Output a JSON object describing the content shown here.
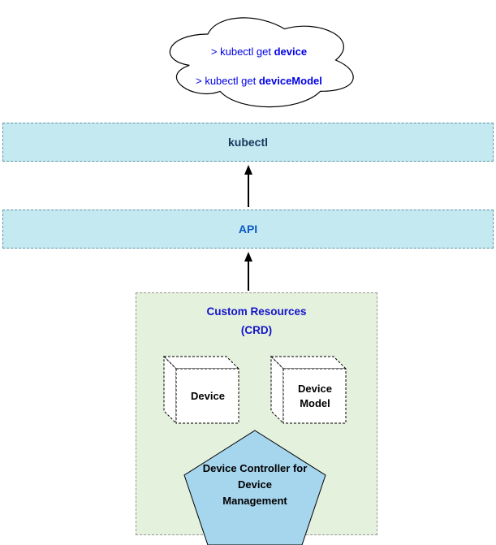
{
  "cloud": {
    "lines": [
      {
        "prefix": "> kubectl get ",
        "command": "device"
      },
      {
        "prefix": "> kubectl get ",
        "command": "deviceModel"
      }
    ]
  },
  "bars": {
    "kubectl": {
      "label": "kubectl"
    },
    "api": {
      "label": "API"
    }
  },
  "crd_box": {
    "title": "Custom Resources\n(CRD)",
    "cubes": [
      {
        "label": "Device"
      },
      {
        "label": "Device\nModel"
      }
    ],
    "pentagon": {
      "label": "Device Controller for\nDevice\nManagement"
    }
  },
  "colors": {
    "bar_fill": "#c5e9f0",
    "bar_border": "#5b96a5",
    "crd_fill": "#e4f1dd",
    "crd_border": "#979797",
    "pentagon_fill": "#a6d5ee",
    "cloud_text": "#0000e6",
    "kubectl_text": "#17375d",
    "api_text": "#0b5cc4",
    "crd_title_text": "#1414cc",
    "arrow": "#000000"
  }
}
